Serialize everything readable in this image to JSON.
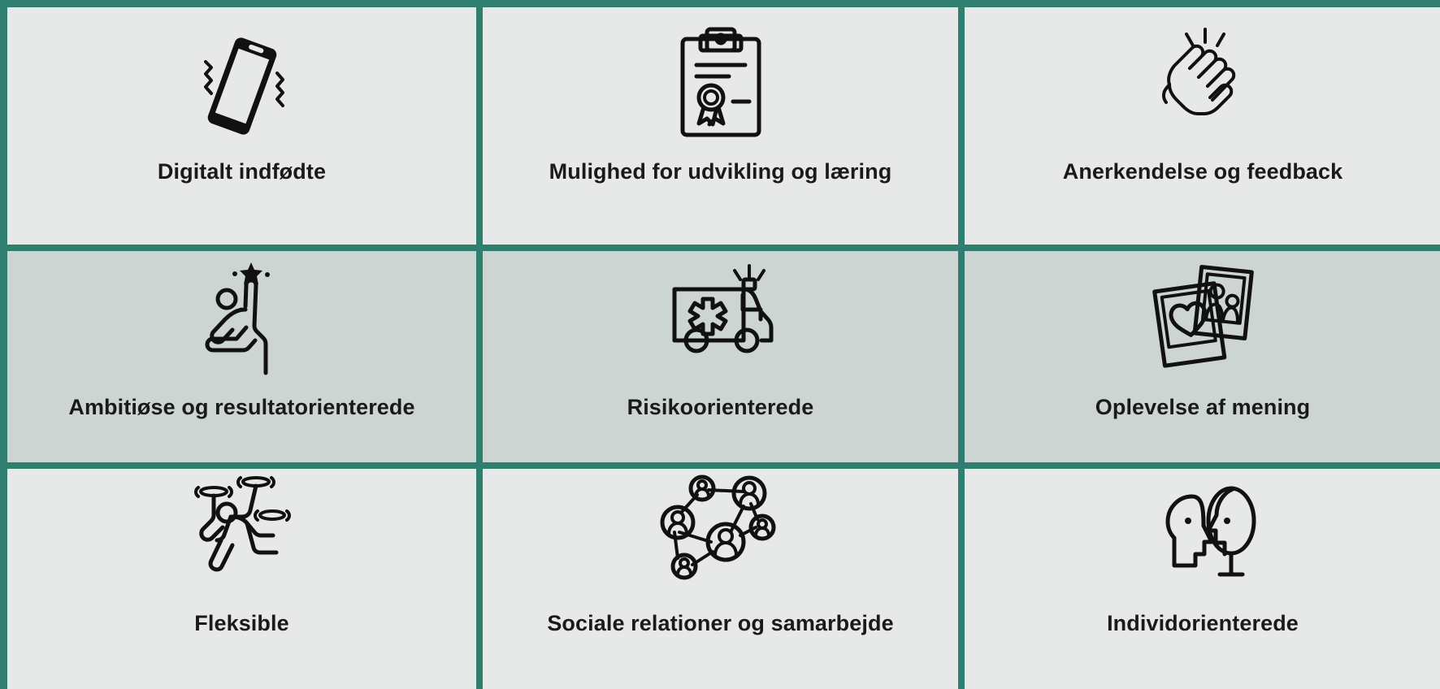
{
  "theme": {
    "grid_line_color": "#2e7f70",
    "cell_background_light": "#e7e9e8",
    "cell_background_mid": "#cdd5d2",
    "label_color": "#1a1a1a",
    "icon_color": "#111111"
  },
  "grid": {
    "columns": 3,
    "rows": 3,
    "cells": [
      {
        "id": "digitalt-indfodte",
        "label": "Digitalt indfødte",
        "icon": "vibrating-phone-icon",
        "row": 1,
        "col": 1,
        "shade": "light"
      },
      {
        "id": "mulighed-udvikling-laering",
        "label": "Mulighed for udvikling og læring",
        "icon": "clipboard-award-icon",
        "row": 1,
        "col": 2,
        "shade": "light"
      },
      {
        "id": "anerkendelse-feedback",
        "label": "Anerkendelse og feedback",
        "icon": "clapping-hands-icon",
        "row": 1,
        "col": 3,
        "shade": "light"
      },
      {
        "id": "ambitiose-resultatorienterede",
        "label": "Ambitiøse og resultatorienterede",
        "icon": "reaching-star-icon",
        "row": 2,
        "col": 1,
        "shade": "mid"
      },
      {
        "id": "risikoorienterede",
        "label": "Risikoorienterede",
        "icon": "ambulance-icon",
        "row": 2,
        "col": 2,
        "shade": "mid"
      },
      {
        "id": "oplevelse-af-mening",
        "label": "Oplevelse af mening",
        "icon": "photo-frames-icon",
        "row": 2,
        "col": 3,
        "shade": "mid"
      },
      {
        "id": "fleksible",
        "label": "Fleksible",
        "icon": "juggler-icon",
        "row": 3,
        "col": 1,
        "shade": "light"
      },
      {
        "id": "sociale-relationer-samarbejde",
        "label": "Sociale relationer og samarbejde",
        "icon": "people-network-icon",
        "row": 3,
        "col": 2,
        "shade": "light"
      },
      {
        "id": "individorienterede",
        "label": "Individorienterede",
        "icon": "two-heads-profile-icon",
        "row": 3,
        "col": 3,
        "shade": "light"
      }
    ]
  }
}
